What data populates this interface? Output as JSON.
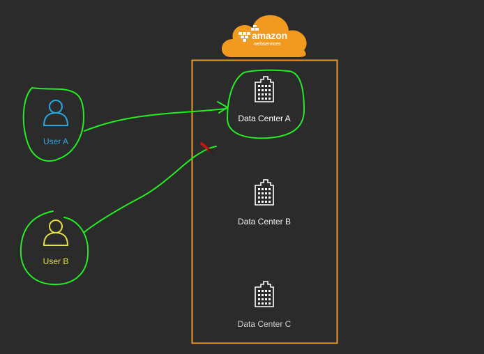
{
  "colors": {
    "background": "#2b2b2b",
    "region_border": "#e8962e",
    "cloud": "#f29a1f",
    "annotation": "#22ee22",
    "user_a": "#29a8e0",
    "user_b": "#e8e03a",
    "datacenter_icon": "#ffffff",
    "datacenter_a_text": "#ffffff",
    "datacenter_b_text": "#f2f2f2",
    "datacenter_c_text": "#cfcfcf",
    "cursor": "#cc1111"
  },
  "logo": {
    "brand": "amazon",
    "sub": "webservices",
    "icon": "aws-cubes-icon"
  },
  "users": [
    {
      "label": "User A",
      "icon": "user-icon"
    },
    {
      "label": "User B",
      "icon": "user-icon"
    }
  ],
  "datacenters": [
    {
      "label": "Data Center A",
      "icon": "building-icon"
    },
    {
      "label": "Data Center B",
      "icon": "building-icon"
    },
    {
      "label": "Data Center C",
      "icon": "building-icon"
    }
  ]
}
